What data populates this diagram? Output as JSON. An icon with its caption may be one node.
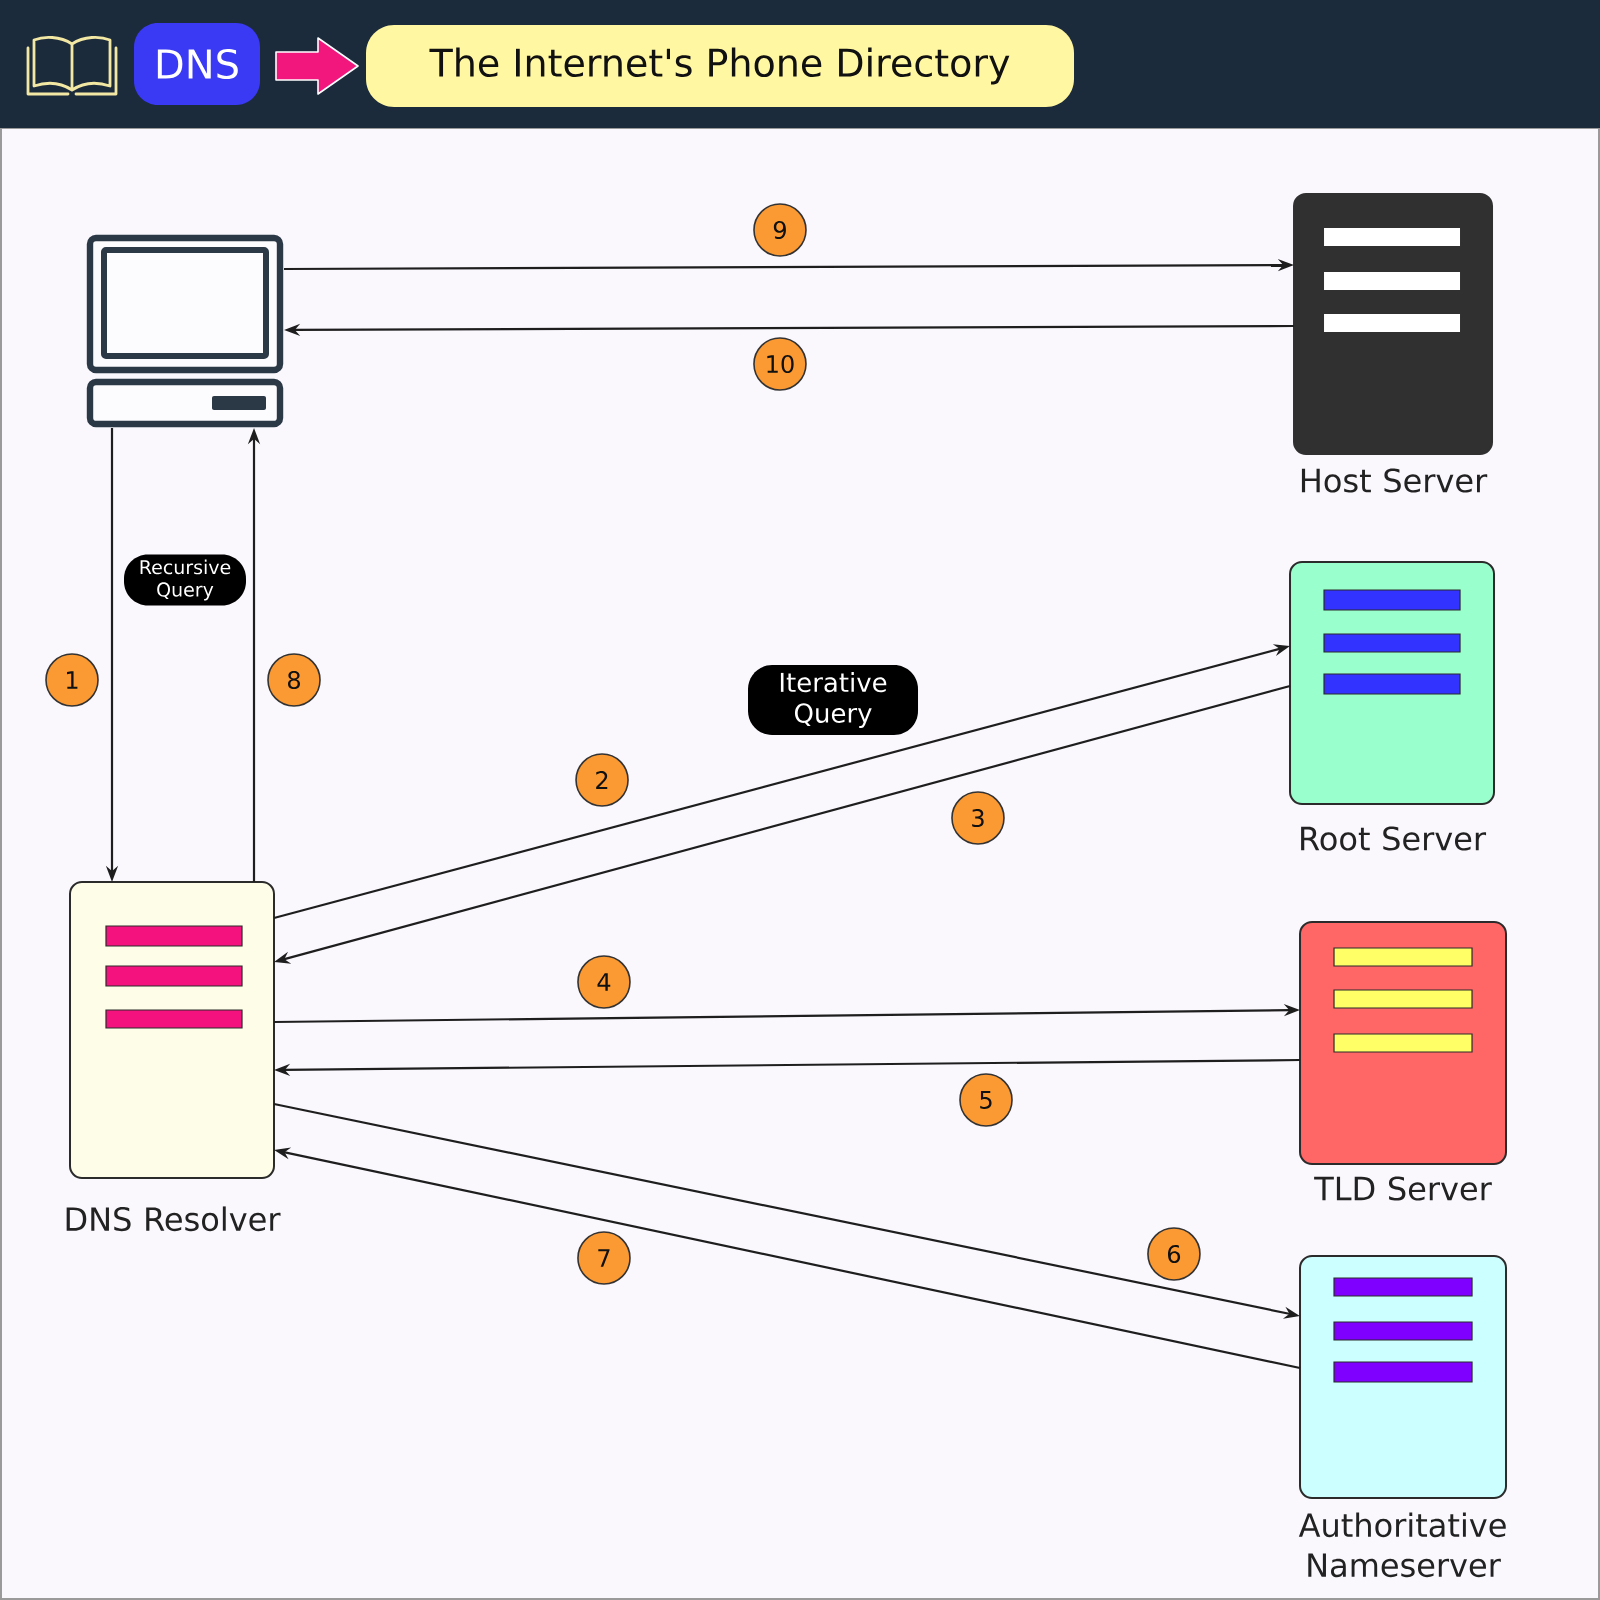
{
  "diagram": {
    "title": "The Internet's Phone Directory",
    "nodes": [
      {
        "text": [],
        "shape": "picture"
      },
      {
        "text": [
          "Host Server"
        ]
      },
      {
        "text": [
          "Recursive Query"
        ]
      },
      {
        "text": [
          "Root Server"
        ]
      },
      {
        "text": [
          "Iterative Query"
        ]
      },
      {
        "text": [
          "DNS Resolver"
        ]
      },
      {
        "text": [
          "TLD Server"
        ]
      },
      {
        "text": [
          "Authoritative Nameserver"
        ]
      }
    ],
    "edges": [
      {
        "from": 0,
        "to": 5,
        "arrow": "to",
        "label": "1"
      },
      {
        "from": 5,
        "to": 3,
        "arrow": "to",
        "label": "2"
      },
      {
        "from": 3,
        "to": 5,
        "arrow": "to",
        "label": "3"
      },
      {
        "from": 5,
        "to": 6,
        "arrow": "to",
        "label": "4"
      },
      {
        "from": 6,
        "to": 5,
        "arrow": "to",
        "label": "5"
      },
      {
        "from": 5,
        "to": 7,
        "arrow": "to",
        "label": "6"
      },
      {
        "from": 7,
        "to": 5,
        "arrow": "to",
        "label": "7"
      },
      {
        "from": 5,
        "to": 0,
        "arrow": "to",
        "label": "8"
      },
      {
        "from": 0,
        "to": 1,
        "arrow": "to",
        "label": "9"
      },
      {
        "from": 1,
        "to": 0,
        "arrow": "to",
        "label": "10"
      }
    ],
    "labels": [
      "DNS"
    ]
  }
}
